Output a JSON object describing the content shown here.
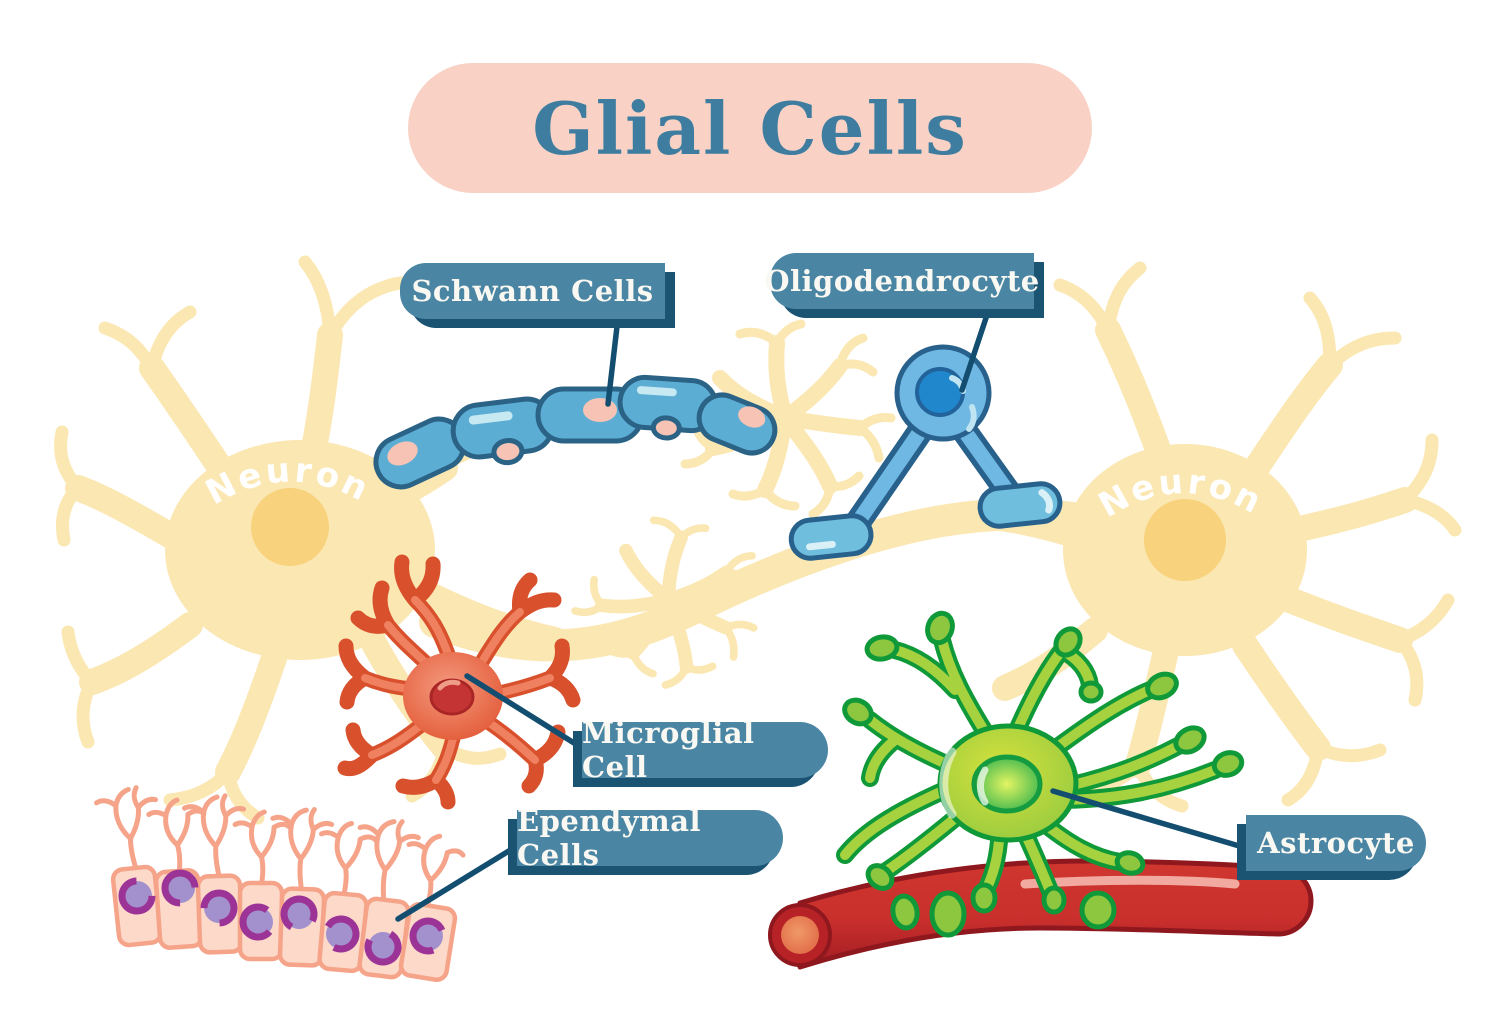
{
  "title": "Glial Cells",
  "labels": {
    "schwann": "Schwann Cells",
    "oligodendrocyte": "Oligodendrocyte",
    "microglial": "Microglial Cell",
    "ependymal": "Ependymal Cells",
    "astrocyte": "Astrocyte"
  },
  "neurons": {
    "left": "Neuron",
    "right": "Neuron"
  },
  "colors": {
    "background": "#ffffff",
    "title_bg": "#f9d2c5",
    "title_text": "#3e7da0",
    "label_bg": "#4a86a4",
    "label_shadow": "#1b5473",
    "label_text": "#faf8f2",
    "leader_line": "#134e70",
    "neuron_body": "#fbe7b2",
    "neuron_nucleus": "#f8d27c",
    "schwann_fill": "#5cadd4",
    "schwann_outline": "#2b6386",
    "schwann_nucleus": "#f6c3b4",
    "oligodendrocyte_fill": "#70b8e4",
    "oligodendrocyte_nucleus": "#2187cd",
    "microglia_fill": "#e8694a",
    "microglia_outline": "#d8502c",
    "microglia_nucleus": "#c43434",
    "ependymal_fill": "#fcd9c8",
    "ependymal_outline": "#f5a48a",
    "ependymal_nucleus": "#a391cd",
    "ependymal_nucleus_ring": "#9c3396",
    "astrocyte_fill": "#a6d23f",
    "astrocyte_outline": "#109939",
    "vessel_fill": "#c92f2c",
    "vessel_outline": "#8f181e"
  }
}
